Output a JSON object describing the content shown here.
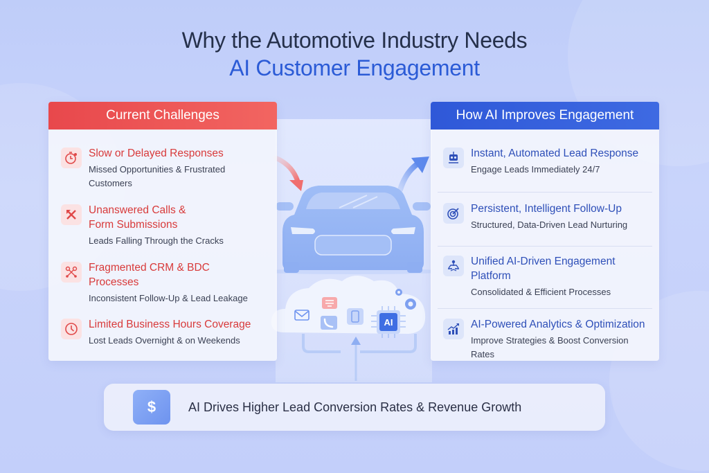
{
  "title": {
    "line1": "Why the Automotive Industry Needs",
    "line2": "AI Customer Engagement"
  },
  "colors": {
    "challenge_red": "#e8484c",
    "ai_blue": "#2f58d8",
    "title_dark": "#25304a",
    "title_blue": "#2b5bd6"
  },
  "left_panel": {
    "header": "Current Challenges",
    "items": [
      {
        "icon": "stopwatch-icon",
        "title": "Slow or Delayed Responses",
        "subtitle": "Missed Opportunities & Frustrated Customers"
      },
      {
        "icon": "missed-call-icon",
        "title": "Unanswered Calls & Form Submissions",
        "subtitle": "Leads Falling Through the Cracks"
      },
      {
        "icon": "fragmented-nodes-icon",
        "title": "Fragmented CRM & BDC Processes",
        "subtitle": "Inconsistent Follow-Up & Lead Leakage"
      },
      {
        "icon": "clock-icon",
        "title": "Limited Business Hours Coverage",
        "subtitle": "Lost Leads Overnight & on Weekends"
      }
    ]
  },
  "right_panel": {
    "header": "How AI Improves Engagement",
    "items": [
      {
        "icon": "robot-icon",
        "title": "Instant, Automated Lead Response",
        "subtitle": "Engage Leads Immediately 24/7"
      },
      {
        "icon": "target-icon",
        "title": "Persistent, Intelligent Follow-Up",
        "subtitle": "Structured, Data-Driven Lead Nurturing"
      },
      {
        "icon": "network-platform-icon",
        "title": "Unified AI-Driven Engagement Platform",
        "subtitle": "Consolidated & Efficient Processes"
      },
      {
        "icon": "growth-chart-icon",
        "title": "AI-Powered Analytics & Optimization",
        "subtitle": "Improve Strategies & Boost Conversion Rates"
      }
    ]
  },
  "center": {
    "ai_chip_label": "AI"
  },
  "bottom": {
    "icon_symbol": "$",
    "text": "AI Drives Higher Lead Conversion Rates & Revenue Growth"
  }
}
